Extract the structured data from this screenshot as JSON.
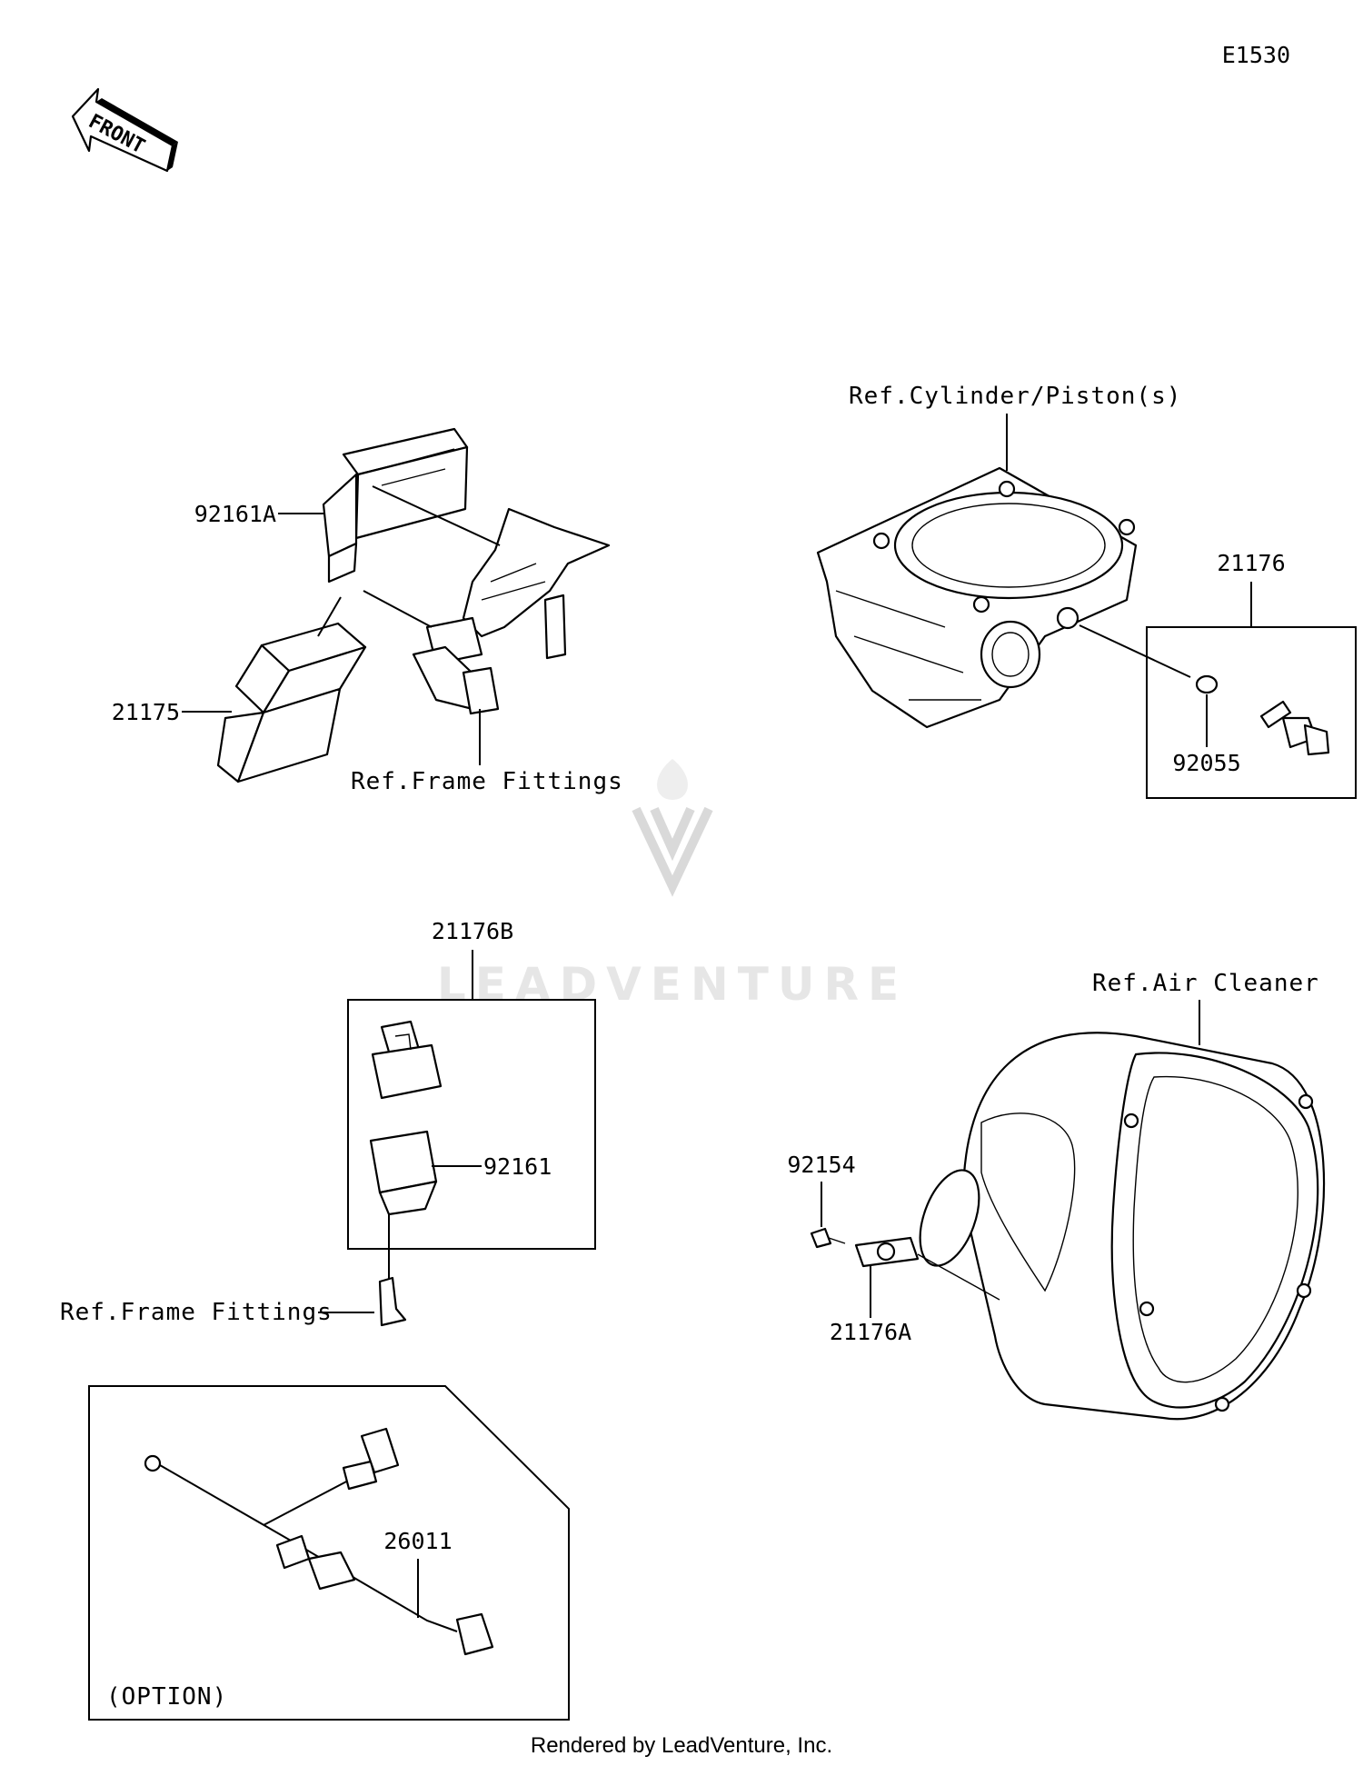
{
  "diagram": {
    "diagram_code": "E1530",
    "front_marker": "FRONT",
    "refs": {
      "cylinder": "Ref.Cylinder/Piston(s)",
      "frame_top": "Ref.Frame Fittings",
      "frame_mid": "Ref.Frame Fittings",
      "air_cleaner": "Ref.Air Cleaner"
    },
    "parts": {
      "p92161A": "92161A",
      "p21175": "21175",
      "p21176": "21176",
      "p92055": "92055",
      "p21176B": "21176B",
      "p92161": "92161",
      "p92154": "92154",
      "p21176A": "21176A",
      "p26011": "26011"
    },
    "option_label": "(OPTION)",
    "watermark": "LEADVENTURE",
    "footer": "Rendered by LeadVenture, Inc."
  }
}
